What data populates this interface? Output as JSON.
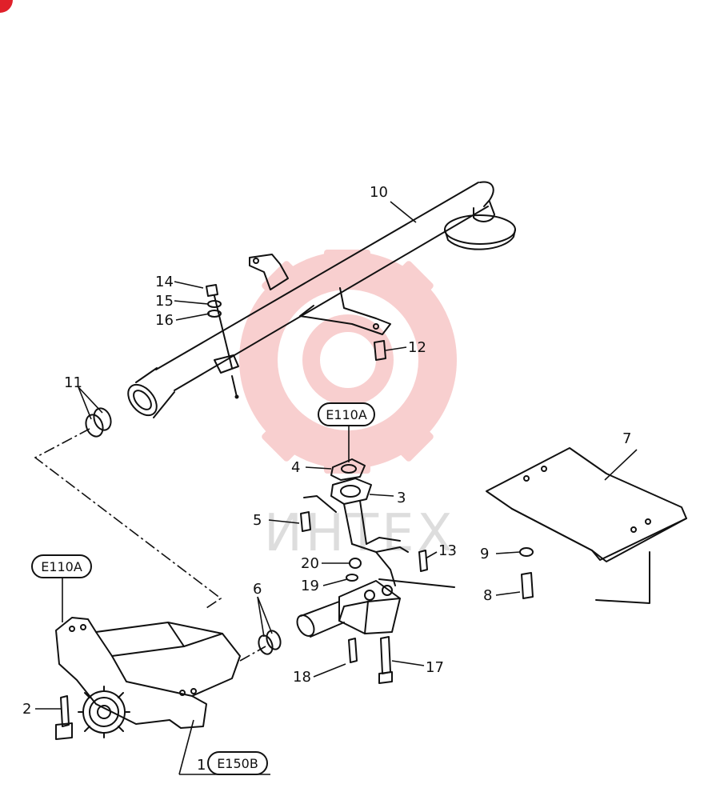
{
  "diagram": {
    "callouts": {
      "c1": "1",
      "c2": "2",
      "c3": "3",
      "c4": "4",
      "c5": "5",
      "c6": "6",
      "c7": "7",
      "c8": "8",
      "c9": "9",
      "c10": "10",
      "c11": "11",
      "c12": "12",
      "c13": "13",
      "c14": "14",
      "c15": "15",
      "c16": "16",
      "c17": "17",
      "c18": "18",
      "c19": "19",
      "c20": "20"
    },
    "tags": {
      "top": "E110A",
      "left": "E110A",
      "bottom": "E150B"
    },
    "watermark_text": "ИНТЕХ"
  },
  "colors": {
    "ink": "#111111",
    "watermark": "#f3a9a9",
    "corner_mark": "#e0202a"
  }
}
